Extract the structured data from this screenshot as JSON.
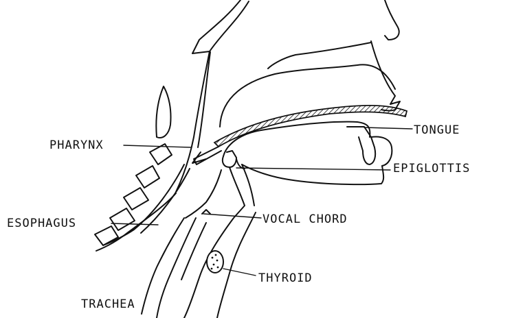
{
  "labels": {
    "pharynx": "PHARYNX",
    "tongue": "TONGUE",
    "epiglottis": "EPIGLOTTIS",
    "esophagus": "ESOPHAGUS",
    "vocal_chord": "VOCAL CHORD",
    "thyroid": "THYROID",
    "trachea": "TRACHEA"
  }
}
